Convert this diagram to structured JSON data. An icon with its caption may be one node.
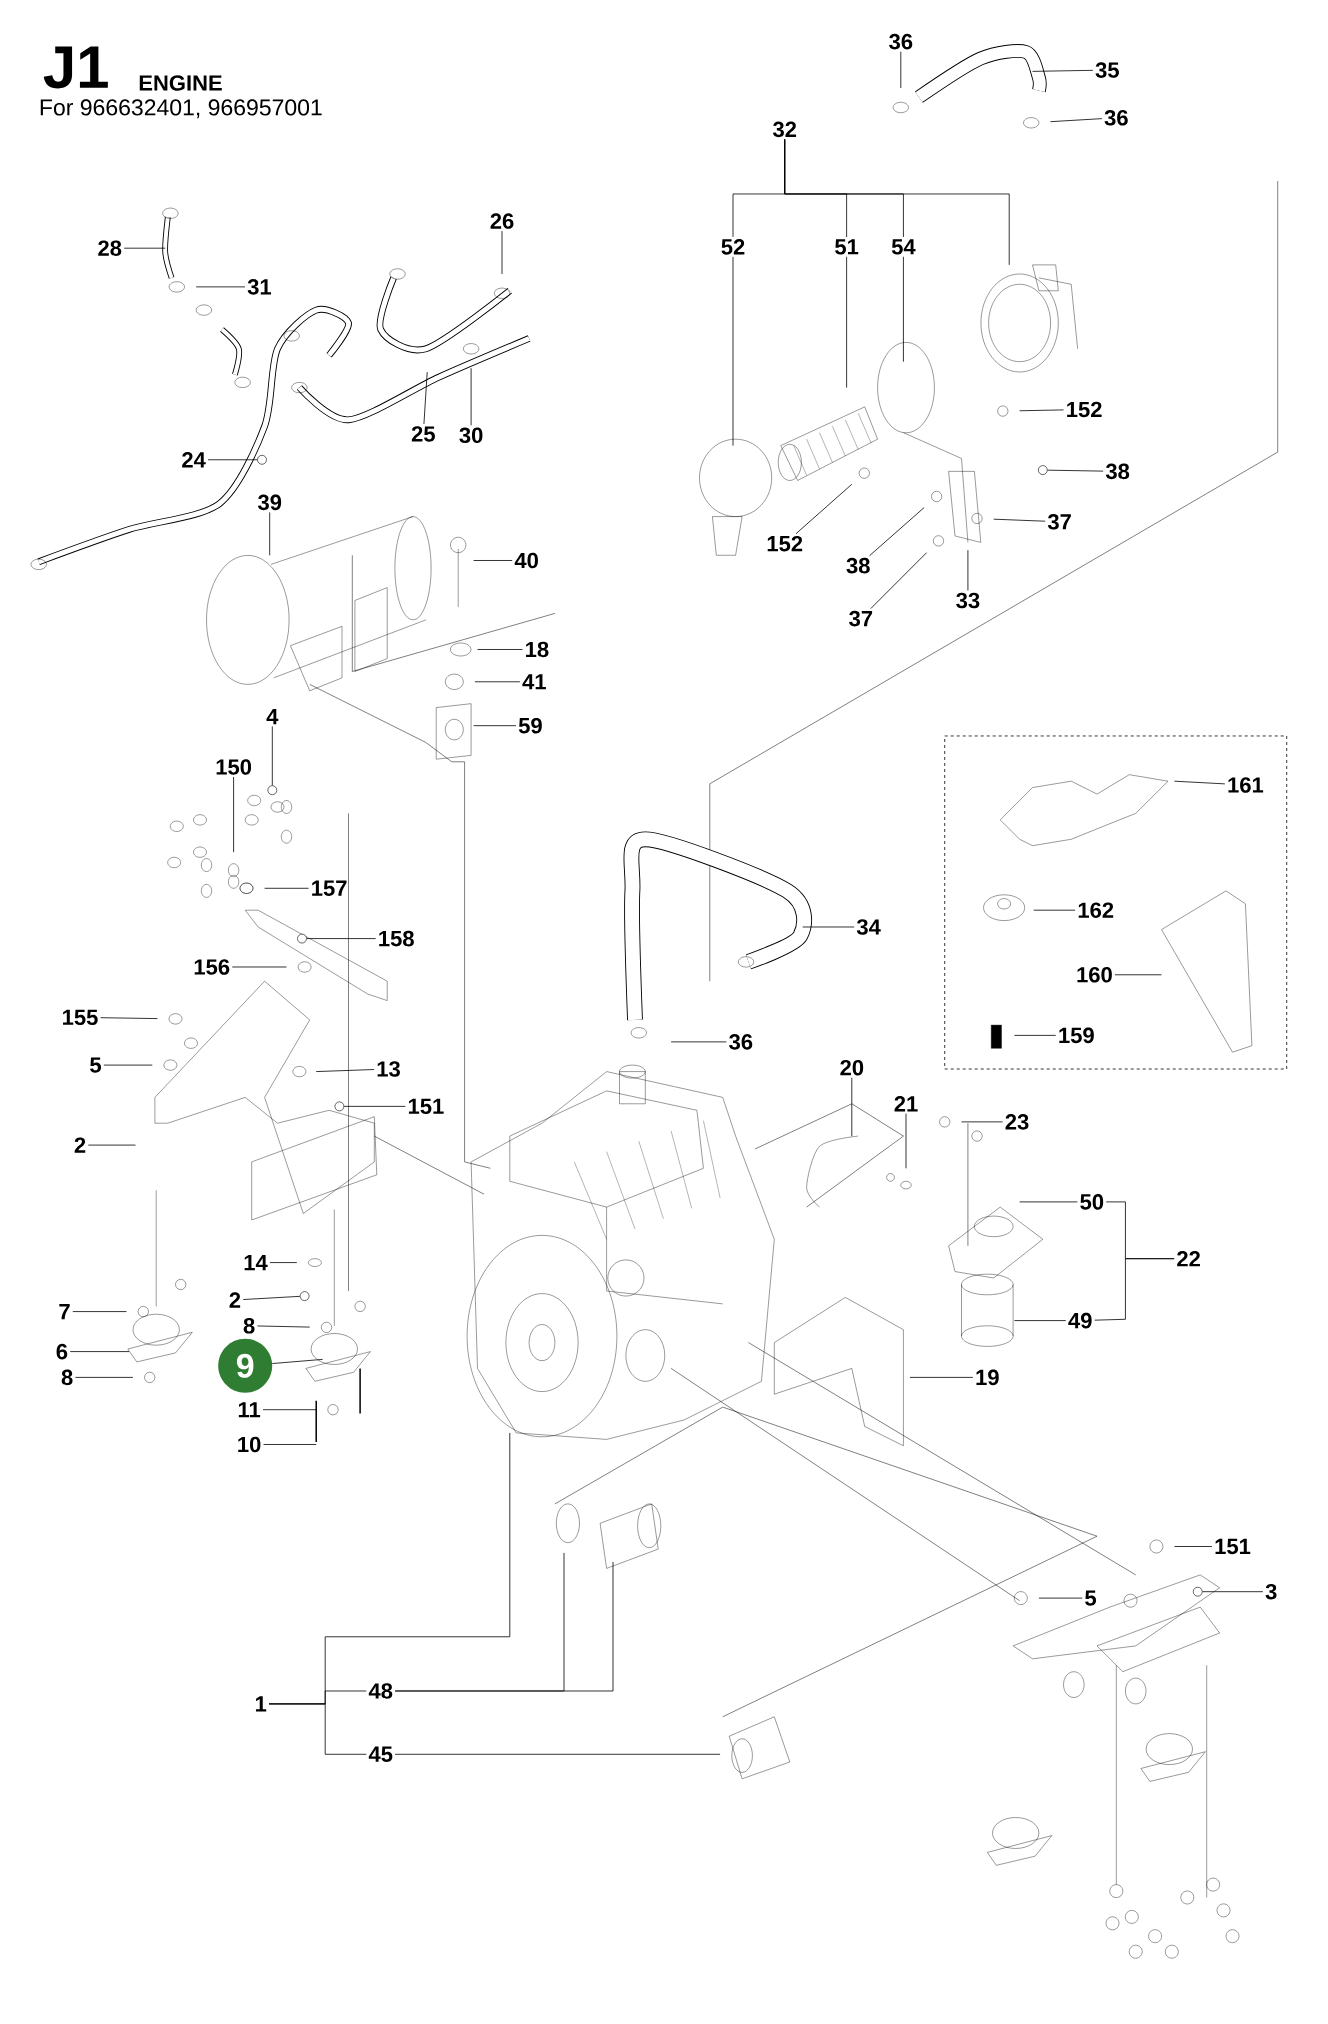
{
  "diagram": {
    "nodes": [
      {
        "text": [
          "36"
        ]
      },
      {
        "text": [
          "35"
        ]
      },
      {
        "text": [
          "36"
        ]
      },
      {
        "text": [
          "32"
        ]
      },
      {
        "text": [
          "28"
        ]
      },
      {
        "text": [
          "26"
        ]
      },
      {
        "text": [
          "52"
        ]
      },
      {
        "text": [
          "51"
        ]
      },
      {
        "text": [
          "54"
        ]
      },
      {
        "text": [
          "31"
        ]
      },
      {
        "text": [
          "152"
        ]
      },
      {
        "text": [
          "25"
        ]
      },
      {
        "text": [
          "30"
        ]
      },
      {
        "text": [
          "24"
        ]
      },
      {
        "text": [
          "38"
        ]
      },
      {
        "text": [
          "39"
        ]
      },
      {
        "text": [
          "37"
        ]
      },
      {
        "text": [
          "152"
        ]
      },
      {
        "text": [
          "40"
        ]
      },
      {
        "text": [
          "38"
        ]
      },
      {
        "text": [
          "33"
        ]
      },
      {
        "text": [
          "37"
        ]
      },
      {
        "text": [
          "18"
        ]
      },
      {
        "text": [
          "41"
        ]
      },
      {
        "text": [
          "4"
        ]
      },
      {
        "text": [
          "59"
        ]
      },
      {
        "text": [
          "150"
        ]
      },
      {
        "text": [],
        "shape": "box"
      },
      {
        "text": [
          "161"
        ],
        "in": 27
      },
      {
        "text": [
          "157"
        ]
      },
      {
        "text": [
          "162"
        ],
        "in": 27
      },
      {
        "text": [
          "34"
        ]
      },
      {
        "text": [
          "158"
        ]
      },
      {
        "text": [
          "156"
        ]
      },
      {
        "text": [
          "160"
        ],
        "in": 27
      },
      {
        "text": [
          "155"
        ]
      },
      {
        "text": [
          "159"
        ],
        "in": 27
      },
      {
        "text": [
          "36"
        ]
      },
      {
        "text": [
          "5"
        ]
      },
      {
        "text": [
          "20"
        ]
      },
      {
        "text": [
          "13"
        ]
      },
      {
        "text": [
          "21"
        ]
      },
      {
        "text": [
          "151"
        ]
      },
      {
        "text": [
          "23"
        ]
      },
      {
        "text": [
          "2"
        ]
      },
      {
        "text": [
          "50"
        ]
      },
      {
        "text": [
          "22"
        ]
      },
      {
        "text": [
          "14"
        ]
      },
      {
        "text": [
          "2"
        ]
      },
      {
        "text": [
          "7"
        ]
      },
      {
        "text": [
          "49"
        ]
      },
      {
        "text": [
          "8"
        ]
      },
      {
        "text": [
          "6"
        ]
      },
      {
        "text": [
          "9"
        ]
      },
      {
        "text": [
          "19"
        ]
      },
      {
        "text": [
          "8"
        ]
      },
      {
        "text": [
          "11"
        ]
      },
      {
        "text": [
          "10"
        ]
      },
      {
        "text": [
          "151"
        ]
      },
      {
        "text": [
          "3"
        ]
      },
      {
        "text": [
          "5"
        ]
      },
      {
        "text": [
          "48"
        ]
      },
      {
        "text": [
          "1"
        ]
      },
      {
        "text": [
          "45"
        ]
      },
      {
        "text": [],
        "shape": "circle"
      },
      {
        "text": [],
        "shape": "circle"
      },
      {
        "text": [],
        "shape": "circle"
      },
      {
        "text": [],
        "shape": "circle"
      },
      {
        "text": [],
        "shape": "circle"
      },
      {
        "text": [],
        "shape": "circle"
      },
      {
        "text": [],
        "shape": "circle"
      }
    ],
    "edges": [
      {
        "from": 0,
        "to": null,
        "arrow": "none"
      },
      {
        "from": 1,
        "to": null,
        "arrow": "none"
      },
      {
        "from": 2,
        "to": null,
        "arrow": "none"
      },
      {
        "from": 3,
        "to": 6,
        "arrow": "none"
      },
      {
        "from": 3,
        "to": 7,
        "arrow": "none"
      },
      {
        "from": 3,
        "to": 8,
        "arrow": "none"
      },
      {
        "from": 3,
        "to": null,
        "arrow": "none"
      },
      {
        "from": 4,
        "to": null,
        "arrow": "none"
      },
      {
        "from": 5,
        "to": null,
        "arrow": "none"
      },
      {
        "from": 6,
        "to": null,
        "arrow": "none"
      },
      {
        "from": 7,
        "to": null,
        "arrow": "none"
      },
      {
        "from": 8,
        "to": null,
        "arrow": "none"
      },
      {
        "from": 9,
        "to": null,
        "arrow": "none"
      },
      {
        "from": 10,
        "to": null,
        "arrow": "none"
      },
      {
        "from": 11,
        "to": null,
        "arrow": "none"
      },
      {
        "from": 12,
        "to": null,
        "arrow": "none"
      },
      {
        "from": 13,
        "to": 64,
        "arrow": "none"
      },
      {
        "from": 14,
        "to": 65,
        "arrow": "none"
      },
      {
        "from": 15,
        "to": null,
        "arrow": "none"
      },
      {
        "from": 16,
        "to": null,
        "arrow": "none"
      },
      {
        "from": 17,
        "to": null,
        "arrow": "none"
      },
      {
        "from": 18,
        "to": null,
        "arrow": "none"
      },
      {
        "from": 19,
        "to": null,
        "arrow": "none"
      },
      {
        "from": 20,
        "to": null,
        "arrow": "none"
      },
      {
        "from": 21,
        "to": null,
        "arrow": "none"
      },
      {
        "from": 22,
        "to": null,
        "arrow": "none"
      },
      {
        "from": 23,
        "to": null,
        "arrow": "none"
      },
      {
        "from": 24,
        "to": 66,
        "arrow": "none"
      },
      {
        "from": 25,
        "to": null,
        "arrow": "none"
      },
      {
        "from": 26,
        "to": null,
        "arrow": "none"
      },
      {
        "from": 28,
        "to": null,
        "arrow": "none"
      },
      {
        "from": 29,
        "to": null,
        "arrow": "none"
      },
      {
        "from": 30,
        "to": null,
        "arrow": "none"
      },
      {
        "from": 31,
        "to": null,
        "arrow": "none"
      },
      {
        "from": 32,
        "to": 67,
        "arrow": "none"
      },
      {
        "from": 33,
        "to": null,
        "arrow": "none"
      },
      {
        "from": 34,
        "to": null,
        "arrow": "none"
      },
      {
        "from": 35,
        "to": null,
        "arrow": "none"
      },
      {
        "from": 36,
        "to": null,
        "arrow": "none"
      },
      {
        "from": 37,
        "to": null,
        "arrow": "none"
      },
      {
        "from": 38,
        "to": null,
        "arrow": "none"
      },
      {
        "from": 39,
        "to": null,
        "arrow": "none"
      },
      {
        "from": 40,
        "to": null,
        "arrow": "none"
      },
      {
        "from": 41,
        "to": null,
        "arrow": "none"
      },
      {
        "from": 42,
        "to": 68,
        "arrow": "none"
      },
      {
        "from": 43,
        "to": null,
        "arrow": "none"
      },
      {
        "from": 44,
        "to": null,
        "arrow": "none"
      },
      {
        "from": 45,
        "to": null,
        "arrow": "none"
      },
      {
        "from": 46,
        "to": 45,
        "arrow": "none"
      },
      {
        "from": 46,
        "to": 50,
        "arrow": "none"
      },
      {
        "from": 47,
        "to": null,
        "arrow": "none"
      },
      {
        "from": 48,
        "to": 69,
        "arrow": "none"
      },
      {
        "from": 49,
        "to": null,
        "arrow": "none"
      },
      {
        "from": 50,
        "to": null,
        "arrow": "none"
      },
      {
        "from": 51,
        "to": null,
        "arrow": "none"
      },
      {
        "from": 52,
        "to": null,
        "arrow": "none"
      },
      {
        "from": 53,
        "to": null,
        "arrow": "none"
      },
      {
        "from": 54,
        "to": null,
        "arrow": "none"
      },
      {
        "from": 55,
        "to": null,
        "arrow": "none"
      },
      {
        "from": 56,
        "to": null,
        "arrow": "none"
      },
      {
        "from": 57,
        "to": null,
        "arrow": "none"
      },
      {
        "from": 58,
        "to": null,
        "arrow": "none"
      },
      {
        "from": 59,
        "to": 70,
        "arrow": "none"
      },
      {
        "from": 60,
        "to": null,
        "arrow": "none"
      },
      {
        "from": 61,
        "to": null,
        "arrow": "none"
      },
      {
        "from": 61,
        "to": null,
        "arrow": "none"
      },
      {
        "from": 62,
        "to": 61,
        "arrow": "none"
      },
      {
        "from": 62,
        "to": 63,
        "arrow": "none"
      },
      {
        "from": 62,
        "to": null,
        "arrow": "none"
      },
      {
        "from": 63,
        "to": null,
        "arrow": "none"
      }
    ],
    "labels": [
      "J1",
      "ENGINE",
      "For 966632401, 966957001"
    ]
  }
}
